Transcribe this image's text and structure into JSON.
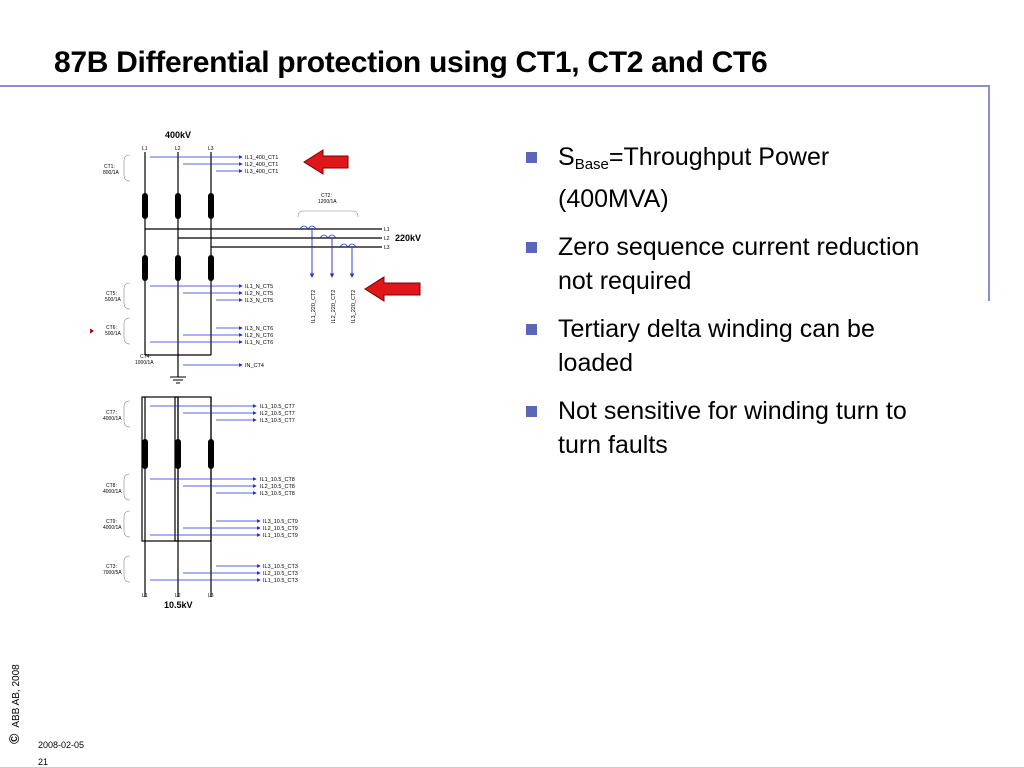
{
  "slide": {
    "title": "87B Differential protection using CT1, CT2 and CT6",
    "date": "2008-02-05",
    "page": "21",
    "copyright_symbol": "©",
    "copyright_text": "ABB AB, 2008"
  },
  "bullets": [
    {
      "main": "S",
      "sub": "Base",
      "rest": "=Throughput Power (400MVA)"
    },
    {
      "main": "Zero sequence current reduction not required",
      "sub": "",
      "rest": ""
    },
    {
      "main": "Tertiary delta winding can be loaded",
      "sub": "",
      "rest": ""
    },
    {
      "main": "Not sensitive for winding turn to turn faults",
      "sub": "",
      "rest": ""
    }
  ],
  "diagram": {
    "bus_400": "400kV",
    "bus_220": "220kV",
    "bus_10": "10.5kV",
    "phases": [
      "L1",
      "L2",
      "L3"
    ],
    "ct1": {
      "name": "CT1:",
      "ratio": "800/1A",
      "signals": [
        "IL1_400_CT1",
        "IL2_400_CT1",
        "IL3_400_CT1"
      ]
    },
    "ct2": {
      "name": "CT2:",
      "ratio": "1200/1A",
      "signals": [
        "IL1_220_CT2",
        "IL2_220_CT2",
        "IL3_220_CT2"
      ]
    },
    "ct5": {
      "name": "CT5:",
      "ratio": "500/1A",
      "signals": [
        "IL1_N_CT5",
        "IL2_N_CT5",
        "IL3_N_CT5"
      ]
    },
    "ct6": {
      "name": "CT6:",
      "ratio": "500/1A",
      "signals": [
        "IL3_N_CT6",
        "IL2_N_CT6",
        "IL1_N_CT6"
      ]
    },
    "ct4": {
      "name": "CT4:",
      "ratio": "1000/1A",
      "signals": [
        "IN_CT4"
      ]
    },
    "ct7": {
      "name": "CT7:",
      "ratio": "4000/1A",
      "signals": [
        "IL1_10.5_CT7",
        "IL2_10.5_CT7",
        "IL3_10.5_CT7"
      ]
    },
    "ct8": {
      "name": "CT8:",
      "ratio": "4000/1A",
      "signals": [
        "IL1_10.5_CT8",
        "IL2_10.5_CT8",
        "IL3_10.5_CT8"
      ]
    },
    "ct9": {
      "name": "CT9:",
      "ratio": "4000/1A",
      "signals": [
        "IL3_10.5_CT9",
        "IL2_10.5_CT9",
        "IL1_10.5_CT9"
      ]
    },
    "ct3": {
      "name": "CT3:",
      "ratio": "7000/5A",
      "signals": [
        "IL3_10.5_CT3",
        "IL2_10.5_CT3",
        "IL1_10.5_CT3"
      ]
    },
    "colors": {
      "arrow_fill": "#e0161b",
      "arrow_stroke": "#7a0000",
      "signal": "#1a2fd6",
      "bullet": "#5c66b8",
      "rule": "#8b8fd0"
    }
  }
}
